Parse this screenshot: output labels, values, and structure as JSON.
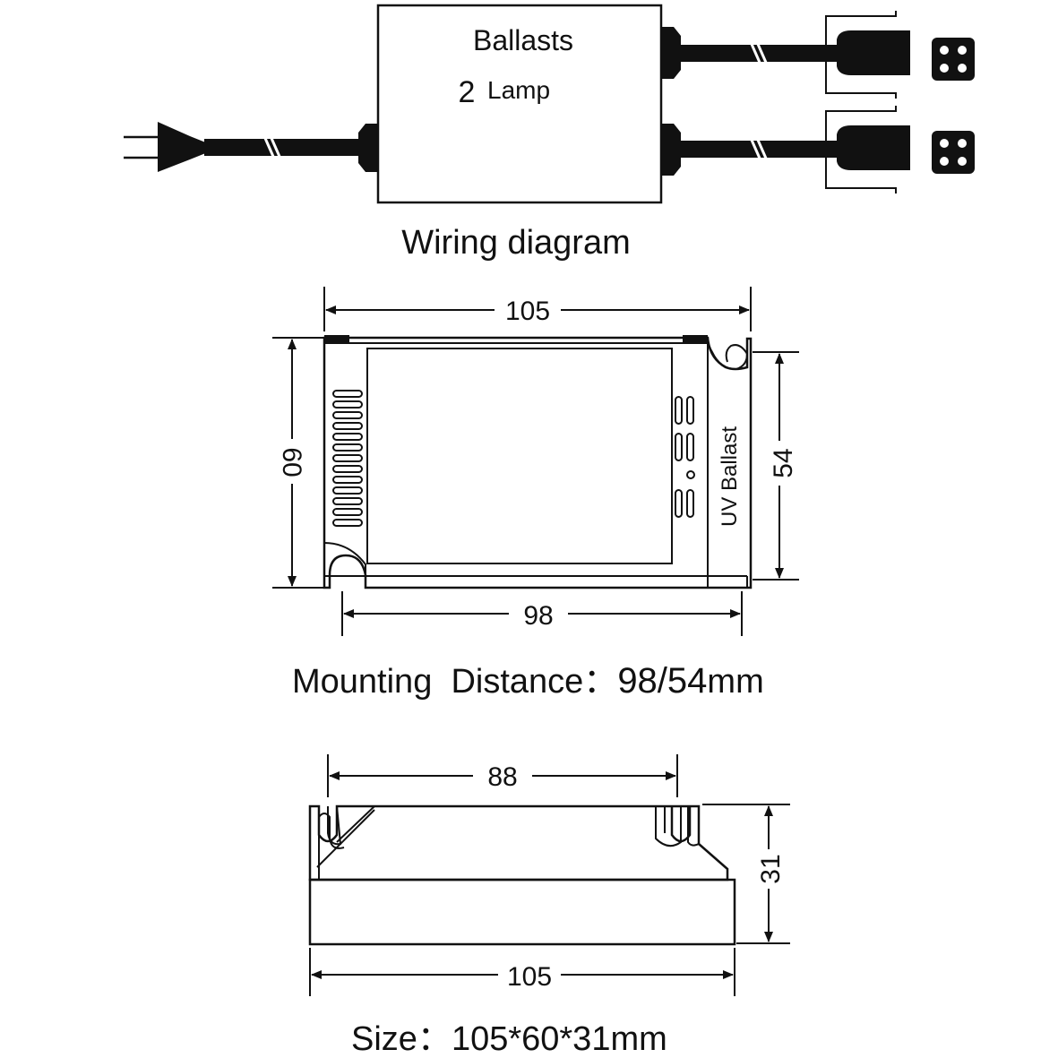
{
  "wiring": {
    "box_title": "Ballasts",
    "lamp_count": "2",
    "lamp_word": "Lamp",
    "caption": "Wiring diagram"
  },
  "top_view": {
    "width_label": "105",
    "height_label": "60",
    "mount_height_label": "54",
    "mount_width_label": "98",
    "product_label": "UV Ballast",
    "caption_prefix": "Mounting  Distance",
    "caption_colon": "：",
    "caption_value": "98/54",
    "caption_unit": "mm"
  },
  "side_view": {
    "top_label": "88",
    "height_label": "31",
    "bottom_label": "105",
    "caption_prefix": "Size",
    "caption_colon": "：",
    "caption_value": "105*60*31mm"
  },
  "colors": {
    "ink": "#111111",
    "background": "#ffffff"
  }
}
